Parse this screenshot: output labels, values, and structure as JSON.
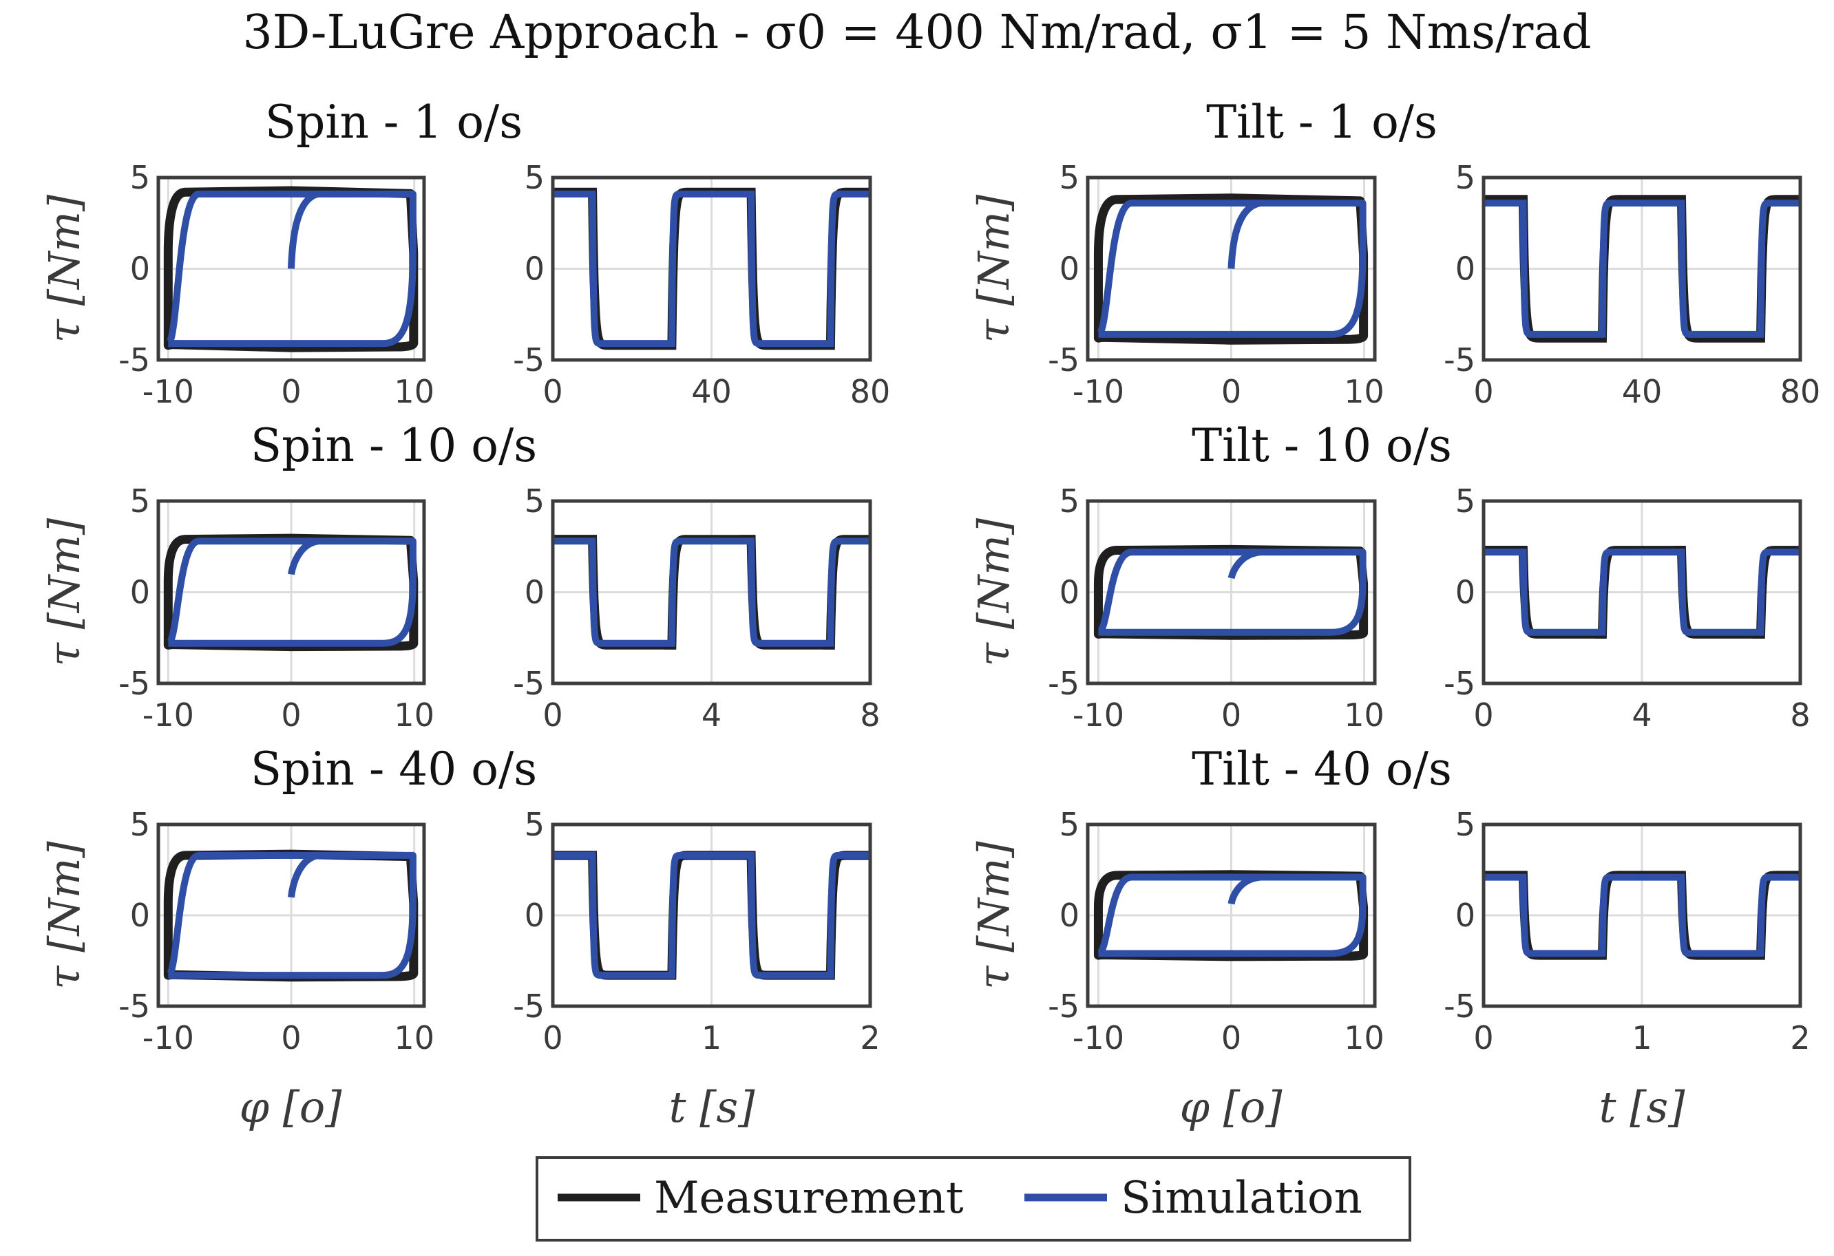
{
  "figure_title": "3D-LuGre Approach - σ0 = 400 Nm/rad, σ1 = 5 Nms/rad",
  "colors": {
    "measurement": "#1f1f1f",
    "simulation": "#2f4fa6",
    "grid": "#dcdcdc",
    "axes": "#3c3c3c"
  },
  "legend": {
    "measurement": "Measurement",
    "simulation": "Simulation"
  },
  "axis_labels": {
    "ylabel": "τ [Nm]",
    "xlabel_angle": "φ [o]",
    "xlabel_time": "t [s]"
  },
  "chart_data": [
    {
      "id": "spin-1",
      "title": "Spin - 1 o/s",
      "type": "line",
      "pair": "hysteresis + time",
      "amp_meas": 4.2,
      "amp_sim": 4.1,
      "period": 40,
      "tmax": 80,
      "xticks_time": [
        0,
        40,
        80
      ],
      "xticks_angle": [
        -10,
        0,
        10
      ],
      "yticks": [
        -5,
        0,
        5
      ],
      "ylim": [
        -5,
        5
      ]
    },
    {
      "id": "tilt-1",
      "title": "Tilt - 1 o/s",
      "type": "line",
      "pair": "hysteresis + time",
      "amp_meas": 3.8,
      "amp_sim": 3.6,
      "period": 40,
      "tmax": 80,
      "xticks_time": [
        0,
        40,
        80
      ],
      "xticks_angle": [
        -10,
        0,
        10
      ],
      "yticks": [
        -5,
        0,
        5
      ],
      "ylim": [
        -5,
        5
      ]
    },
    {
      "id": "spin-10",
      "title": "Spin - 10 o/s",
      "type": "line",
      "pair": "hysteresis + time",
      "amp_meas": 2.9,
      "amp_sim": 2.8,
      "period": 4,
      "tmax": 8,
      "xticks_time": [
        0,
        4,
        8
      ],
      "xticks_angle": [
        -10,
        0,
        10
      ],
      "yticks": [
        -5,
        0,
        5
      ],
      "ylim": [
        -5,
        5
      ]
    },
    {
      "id": "tilt-10",
      "title": "Tilt - 10 o/s",
      "type": "line",
      "pair": "hysteresis + time",
      "amp_meas": 2.3,
      "amp_sim": 2.2,
      "period": 4,
      "tmax": 8,
      "xticks_time": [
        0,
        4,
        8
      ],
      "xticks_angle": [
        -10,
        0,
        10
      ],
      "yticks": [
        -5,
        0,
        5
      ],
      "ylim": [
        -5,
        5
      ]
    },
    {
      "id": "spin-40",
      "title": "Spin - 40 o/s",
      "type": "line",
      "pair": "hysteresis + time",
      "amp_meas": 3.3,
      "amp_sim": 3.3,
      "period": 1,
      "tmax": 2,
      "xticks_time": [
        0,
        1,
        2
      ],
      "xticks_angle": [
        -10,
        0,
        10
      ],
      "yticks": [
        -5,
        0,
        5
      ],
      "ylim": [
        -5,
        5
      ]
    },
    {
      "id": "tilt-40",
      "title": "Tilt - 40 o/s",
      "type": "line",
      "pair": "hysteresis + time",
      "amp_meas": 2.2,
      "amp_sim": 2.1,
      "period": 1,
      "tmax": 2,
      "xticks_time": [
        0,
        1,
        2
      ],
      "xticks_angle": [
        -10,
        0,
        10
      ],
      "yticks": [
        -5,
        0,
        5
      ],
      "ylim": [
        -5,
        5
      ]
    }
  ]
}
